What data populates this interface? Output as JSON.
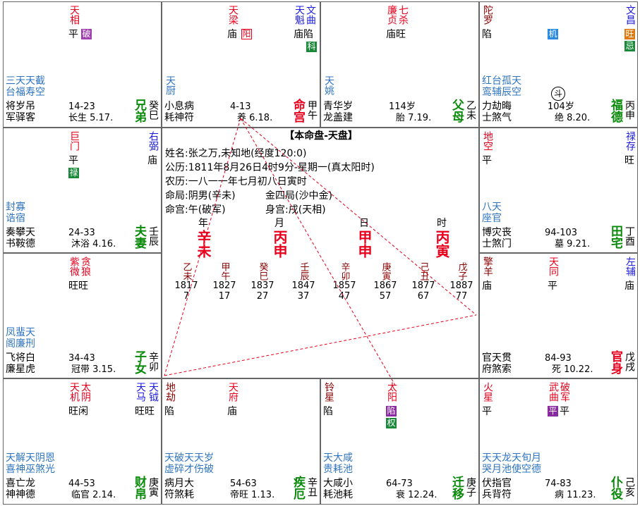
{
  "title": "【本命盘-天盘】",
  "info": {
    "name": "姓名:张之万,未知地(经度120:0)",
    "solar": "公历:1811年8月26日4时9分-星期一(真太阳时)",
    "lunar": "农历:一八一一年七月初八日寅时",
    "bureau": "命局:阴男(辛未)",
    "bureau2": "金四局(沙中金)",
    "ming": "命宫:午(破军)",
    "body": "身宫:戌(天相)"
  },
  "pillars": [
    {
      "label": "年",
      "value": "辛未"
    },
    {
      "label": "月",
      "value": "丙申"
    },
    {
      "label": "日",
      "value": "甲申"
    },
    {
      "label": "时",
      "value": "丙寅"
    }
  ],
  "decades": [
    {
      "sb": "乙未",
      "year": "1817",
      "age": "7"
    },
    {
      "sb": "甲午",
      "year": "1827",
      "age": "17"
    },
    {
      "sb": "癸巳",
      "year": "1837",
      "age": "27"
    },
    {
      "sb": "壬辰",
      "year": "1847",
      "age": "37"
    },
    {
      "sb": "辛卯",
      "year": "1857",
      "age": "47"
    },
    {
      "sb": "庚寅",
      "year": "1867",
      "age": "57"
    },
    {
      "sb": "己丑",
      "year": "1877",
      "age": "67"
    },
    {
      "sb": "戊子",
      "year": "1887",
      "age": "77"
    }
  ],
  "palaces": {
    "si": {
      "stars1": "天相",
      "s1b": "平",
      "badge1": "破",
      "minor": "三天天截",
      "minor2": "台福寿空",
      "g1": "将岁吊",
      "g2": "军驿客",
      "range": "14-23",
      "life": "长生 5.17.",
      "name": "兄弟",
      "stem": "癸巳"
    },
    "wu": {
      "stars1": "天梁",
      "s1b": "庙",
      "badge1": "阳",
      "stars2": "天魁",
      "stars3": "文曲",
      "s2b": "庙陷",
      "badge2": "科",
      "minor": "天厨",
      "g1": "小息病",
      "g2": "耗神符",
      "range": "4-13",
      "life": "养 6.18.",
      "name": "命宫",
      "stem": "甲午"
    },
    "wei": {
      "stars1": "廉贞",
      "stars2": "七杀",
      "s1b": "庙旺",
      "minor": "天姚",
      "g1": "青华岁",
      "g2": "龙盖建",
      "range": "114岁",
      "life": "胎 7.19.",
      "name": "父母",
      "stem": "乙未"
    },
    "shen": {
      "stars1": "陀罗",
      "s1b": "陷",
      "badge1": "机",
      "stars2": "文昌",
      "badge2": "旺",
      "badge3": "忌",
      "minor": "红台孤天",
      "minor2": "鸾辅辰空",
      "g1": "力劫晦",
      "g2": "士煞气",
      "range": "104岁",
      "life": "绝 8.20.",
      "name": "福德",
      "stem": "丙申",
      "dou": "斗"
    },
    "chen": {
      "stars1": "巨门",
      "s1b": "平",
      "badge1": "禄",
      "stars2": "右弼",
      "s2b": "庙",
      "minor": "封寡",
      "minor2": "诰宿",
      "g1": "奏攀天",
      "g2": "书鞍德",
      "range": "24-33",
      "life": "沐浴 4.16.",
      "name": "夫妻",
      "stem": "壬辰"
    },
    "you": {
      "stars1": "地空",
      "s1b": "平",
      "stars2": "禄存",
      "s2b": "旺",
      "minor": "八天",
      "minor2": "座官",
      "g1": "博灾丧",
      "g2": "士煞门",
      "range": "94-103",
      "life": "墓 9.21.",
      "name": "田宅",
      "stem": "丁酉"
    },
    "mao": {
      "stars1": "紫微",
      "stars2": "贪狼",
      "s1b": "旺旺",
      "minor": "凤蜚天",
      "minor2": "阁廉刑",
      "g1": "飞将白",
      "g2": "廉星虎",
      "range": "34-43",
      "life": "冠带 3.15.",
      "name": "子女",
      "stem": "辛卯"
    },
    "xu": {
      "stars1": "擎羊",
      "s1b": "庙",
      "stars2": "天同",
      "s2b": "平",
      "stars3": "左辅",
      "s3b": "庙",
      "g1": "官天贯",
      "g2": "府煞索",
      "range": "84-93",
      "life": "死 10.22.",
      "name": "官身",
      "stem": "戊戌"
    },
    "yin": {
      "stars1": "天机",
      "stars2": "太阴",
      "s1b": "旺闲",
      "stars3": "天马",
      "stars4": "天钺",
      "s2b": "旺旺",
      "minor": "天解天阴恩",
      "minor2": "喜神巫煞光",
      "g1": "喜亡龙",
      "g2": "神神德",
      "range": "44-53",
      "life": "临官 2.14.",
      "name": "财帛",
      "stem": "庚寅"
    },
    "chou": {
      "stars1": "地劫",
      "s1b": "陷",
      "stars2": "天府",
      "s2b": "庙",
      "minor": "天破天天岁",
      "minor2": "虚碎才伤破",
      "g1": "病月大",
      "g2": "符煞耗",
      "range": "54-63",
      "life": "帝旺 1.13.",
      "name": "疾厄",
      "stem": "辛丑"
    },
    "zi": {
      "stars1": "铃星",
      "s1b": "陷",
      "stars2": "太阳",
      "badge1": "陷",
      "badge2": "权",
      "minor": "天大咸",
      "minor2": "贵耗池",
      "g1": "大咸小",
      "g2": "耗池耗",
      "range": "64-73",
      "life": "衰 12.24.",
      "name": "迁移",
      "stem": "庚子"
    },
    "hai": {
      "stars1": "火星",
      "s1b": "平",
      "stars2": "武曲",
      "stars3": "破军",
      "badge1": "平",
      "s2b": "平",
      "minor": "天天龙天旬月",
      "minor2": "哭月池使空德",
      "g1": "伏指官",
      "g2": "兵背符",
      "range": "74-83",
      "life": "病 11.23.",
      "name": "仆役",
      "stem": "己亥"
    }
  }
}
